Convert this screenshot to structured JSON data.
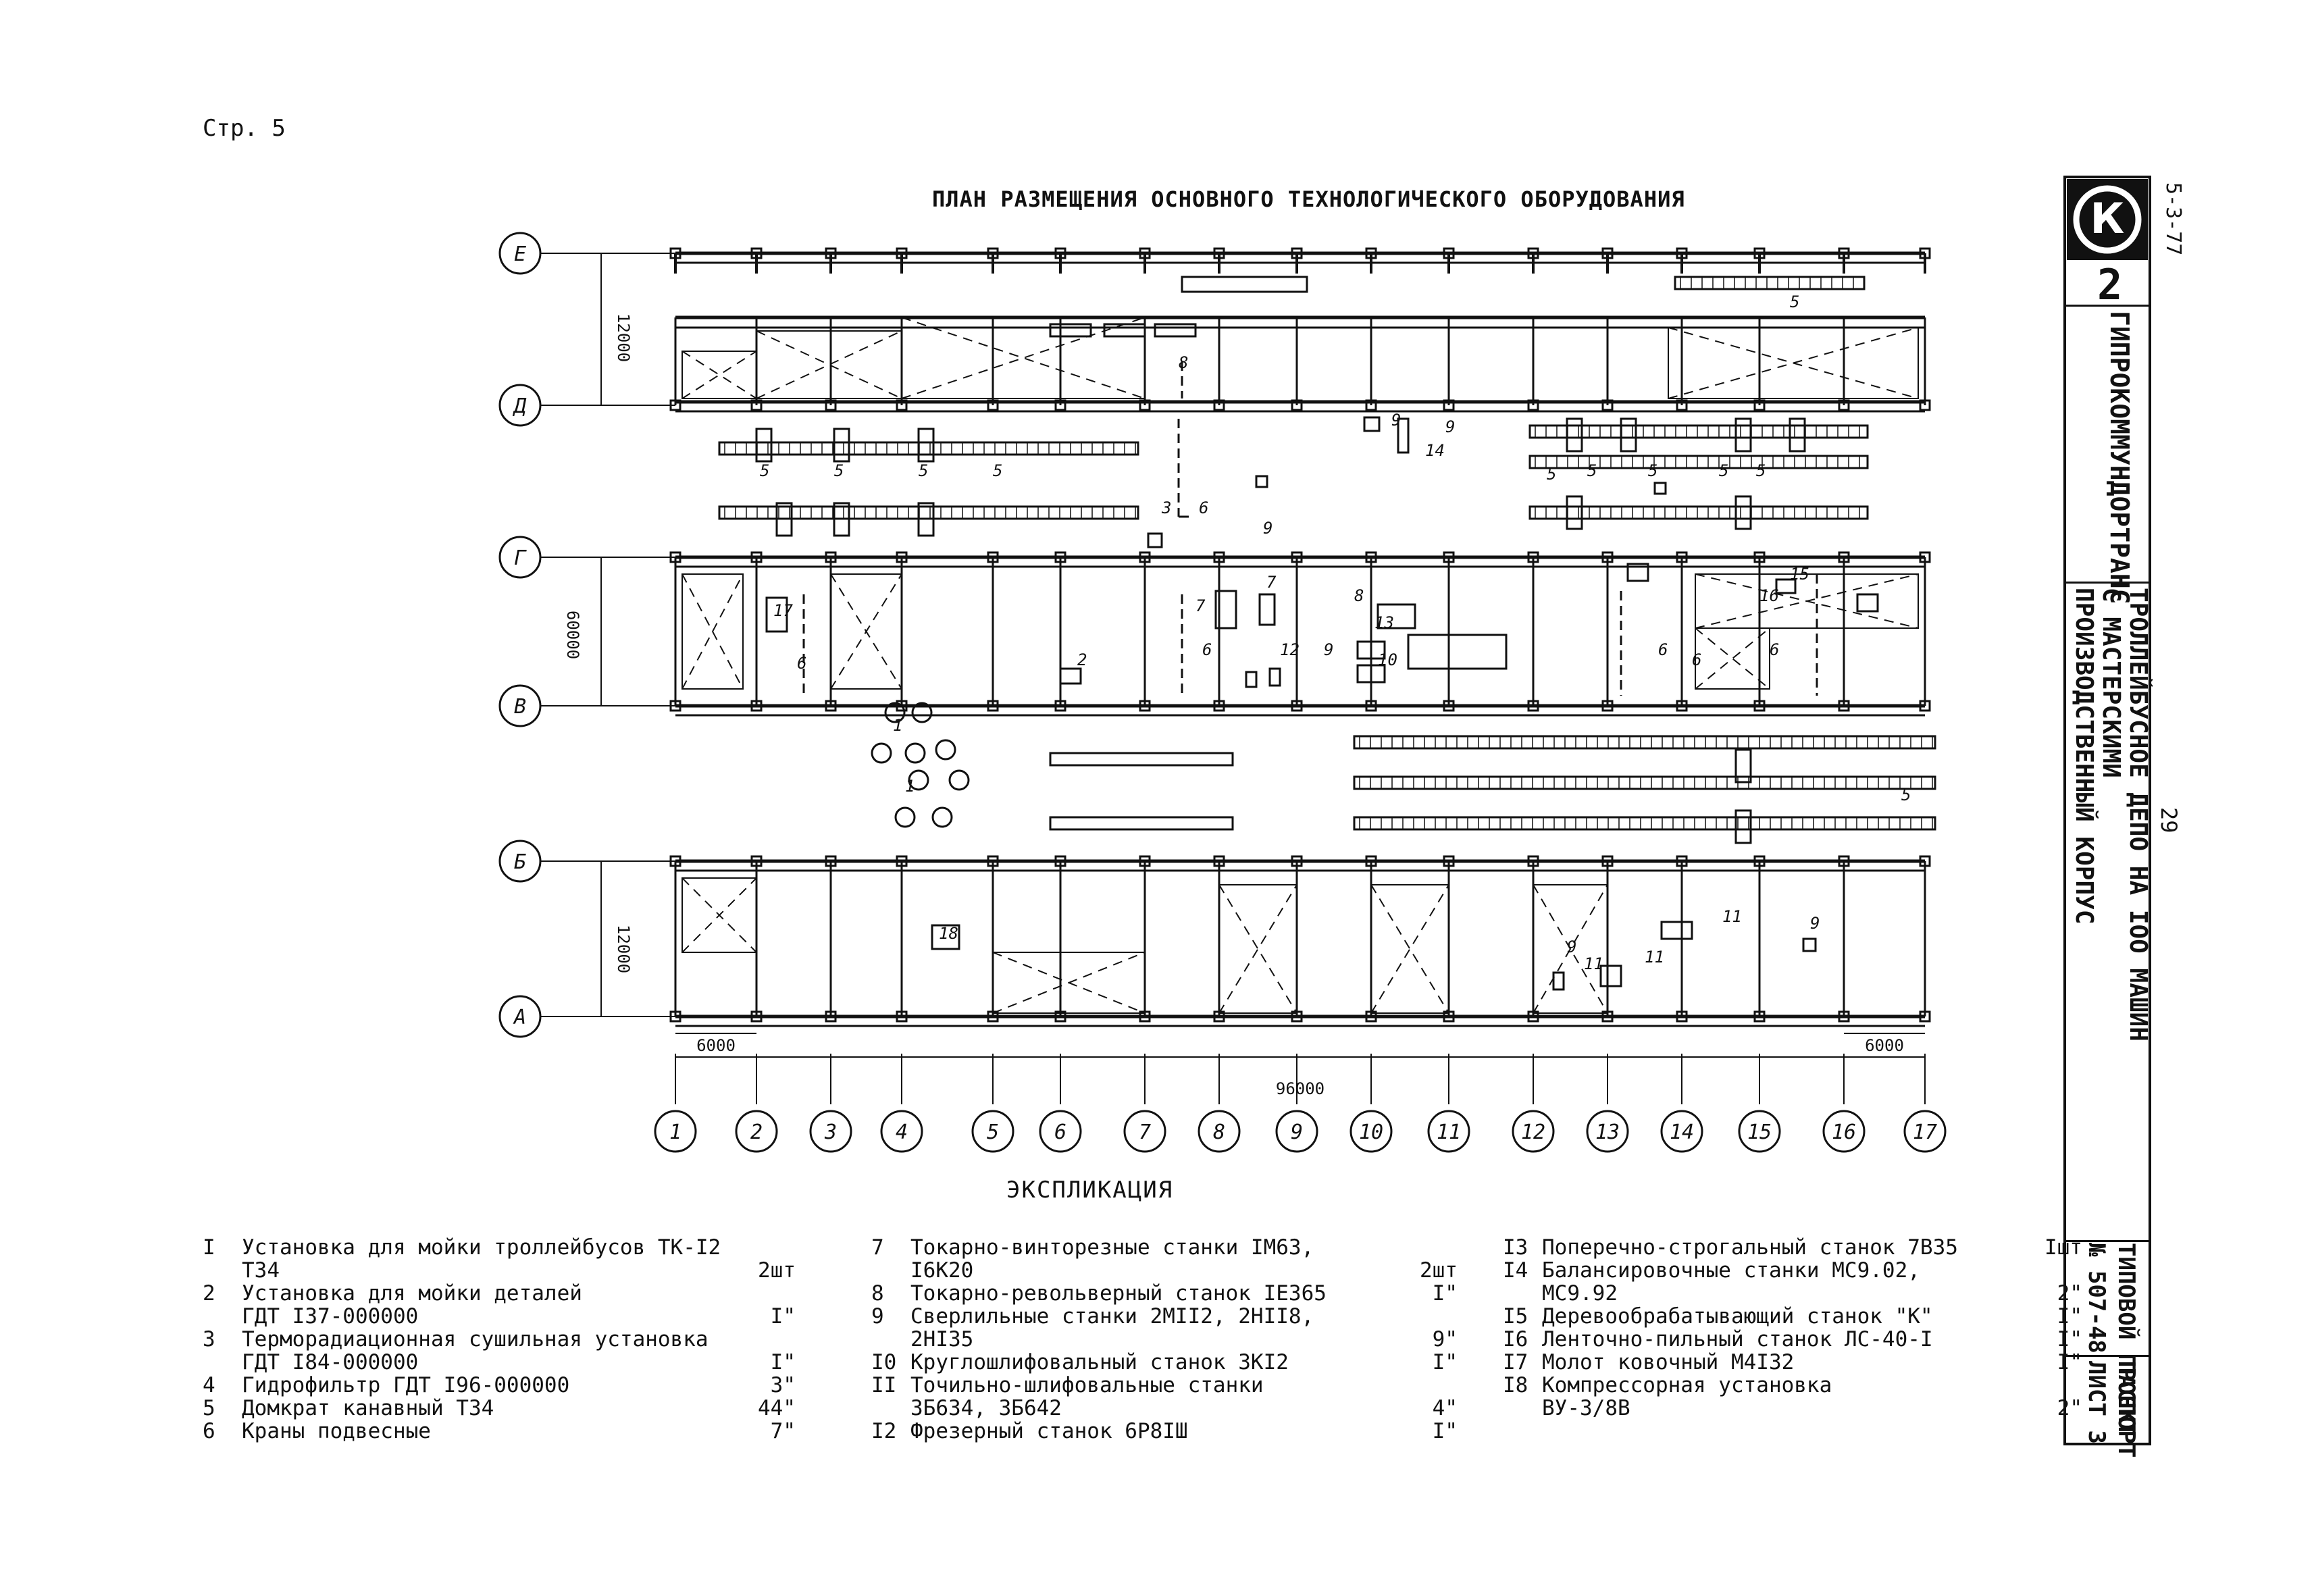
{
  "page": {
    "label": "Стр. 5",
    "number_right": "29",
    "code": "5-3-77"
  },
  "plan": {
    "title": "ПЛАН РАЗМЕЩЕНИЯ ОСНОВНОГО ТЕХНОЛОГИЧЕСКОГО ОБОРУДОВАНИЯ",
    "row_axes": [
      "Е",
      "Д",
      "Г",
      "В",
      "Б",
      "А"
    ],
    "col_axes": [
      "1",
      "2",
      "3",
      "4",
      "5",
      "6",
      "7",
      "8",
      "9",
      "10",
      "11",
      "12",
      "13",
      "14",
      "15",
      "16",
      "17"
    ],
    "dims": {
      "span_ed": "12000",
      "span_gv": "60000",
      "span_ba": "12000",
      "bay_left": "6000",
      "bay_right": "6000",
      "total": "96000"
    },
    "callouts": [
      "1",
      "1",
      "2",
      "3",
      "5",
      "5",
      "5",
      "5",
      "5",
      "5",
      "5",
      "5",
      "5",
      "5",
      "5",
      "6",
      "6",
      "6",
      "6",
      "6",
      "6",
      "7",
      "7",
      "8",
      "8",
      "9",
      "9",
      "9",
      "9",
      "9",
      "9",
      "10",
      "11",
      "11",
      "11",
      "12",
      "13",
      "14",
      "15",
      "16",
      "17",
      "18"
    ]
  },
  "explication": {
    "title": "ЭКСПЛИКАЦИЯ",
    "col1": [
      {
        "num": "I",
        "text": "Установка для мойки троллейбусов ТК-I2\nТ34",
        "qty": "2шт"
      },
      {
        "num": "2",
        "text": "Установка для мойки деталей\nГДТ I37-000000",
        "qty": "I\""
      },
      {
        "num": "3",
        "text": "Терморадиационная сушильная установка\nГДТ I84-000000",
        "qty": "I\""
      },
      {
        "num": "4",
        "text": "Гидрофильтр ГДТ I96-000000",
        "qty": "3\""
      },
      {
        "num": "5",
        "text": "Домкрат канавный Т34",
        "qty": "44\""
      },
      {
        "num": "6",
        "text": "Краны подвесные",
        "qty": "7\""
      }
    ],
    "col2": [
      {
        "num": "7",
        "text": "Токарно-винторезные станки IМ63,\nI6К20",
        "qty": "2шт"
      },
      {
        "num": "8",
        "text": "Токарно-револьверный станок IЕ365",
        "qty": "I\""
      },
      {
        "num": "9",
        "text": "Сверлильные станки 2МII2, 2НII8,\n2НI35",
        "qty": "9\""
      },
      {
        "num": "I0",
        "text": "Круглошлифовальный станок 3КI2",
        "qty": "I\""
      },
      {
        "num": "II",
        "text": "Точильно-шлифовальные станки\n3Б634, 3Б642",
        "qty": "4\""
      },
      {
        "num": "I2",
        "text": "Фрезерный станок 6Р8IШ",
        "qty": "I\""
      }
    ],
    "col3": [
      {
        "num": "I3",
        "text": "Поперечно-строгальный станок 7В35",
        "qty": "Iшт"
      },
      {
        "num": "I4",
        "text": "Балансировочные станки МС9.02,\nМС9.92",
        "qty": "2\""
      },
      {
        "num": "I5",
        "text": "Деревообрабатывающий станок \"К\"",
        "qty": "I\""
      },
      {
        "num": "I6",
        "text": "Ленточно-пильный станок ЛС-40-I",
        "qty": "I\""
      },
      {
        "num": "I7",
        "text": "Молот ковочный М4I32",
        "qty": "I\""
      },
      {
        "num": "I8",
        "text": "Компрессорная установка\nВУ-3/8В",
        "qty": "2\""
      }
    ]
  },
  "title_block": {
    "logo_letter": "К",
    "sheet_badge": "2",
    "org": "ГИПРОКОММУНДОРТРАНС",
    "project_name": "ТРОЛЛЕЙБУСНОЕ ДЕПО НА IOO МАШИН\nС МАСТЕРСКИМИ\nПРОИЗВОДСТВЕННЫЙ КОРПУС",
    "project_type": "ТИПОВОЙ ПРОЕКТ\n№ 507-48",
    "doc": "ПАСПОРТ\nЛИСТ 3"
  }
}
